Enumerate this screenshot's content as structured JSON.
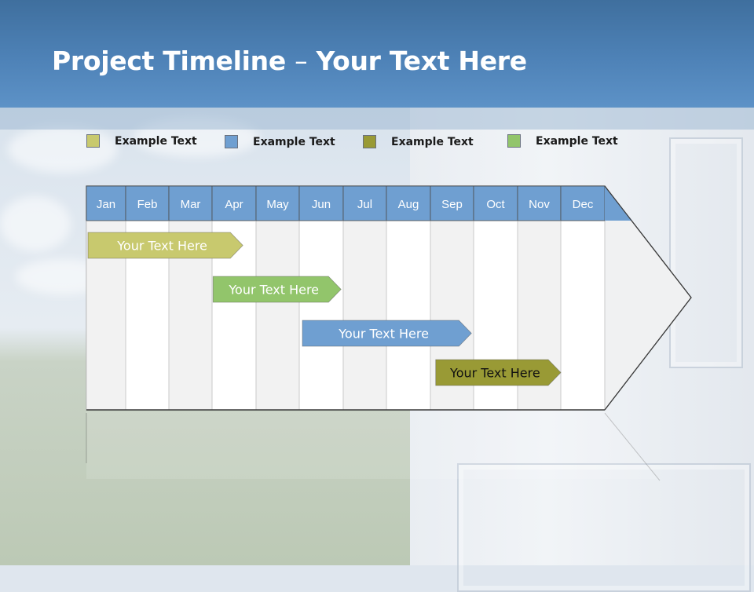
{
  "slide": {
    "title_bold": "Project Timeline",
    "title_rest": "Your Text Here",
    "title_separator": "–"
  },
  "legend": [
    {
      "label": "Example Text",
      "color": "#c8c96e"
    },
    {
      "label": "Example Text",
      "color": "#6f9fd1"
    },
    {
      "label": "Example Text",
      "color": "#999a35"
    },
    {
      "label": "Example Text",
      "color": "#92c56b"
    }
  ],
  "months": [
    "Jan",
    "Feb",
    "Mar",
    "Apr",
    "May",
    "Jun",
    "Jul",
    "Aug",
    "Sep",
    "Oct",
    "Nov",
    "Dec"
  ],
  "tasks": [
    {
      "label": "Your  Text Here",
      "color": "#c8c96e",
      "start_month": 1,
      "end_month": 4.7
    },
    {
      "label": "Your  Text Here",
      "color": "#92c56b",
      "start_month": 3.95,
      "end_month": 6.95
    },
    {
      "label": "Your  Text Here",
      "color": "#6f9fd1",
      "start_month": 6.0,
      "end_month": 9.95
    },
    {
      "label": "Your  Text Here",
      "color": "#999a35",
      "start_month": 9.05,
      "end_month": 12.0
    }
  ],
  "colors": {
    "header": "#4e82b7",
    "month_header": "#6f9fd1",
    "grid_light": "#f2f2f2",
    "grid_white": "#ffffff"
  }
}
